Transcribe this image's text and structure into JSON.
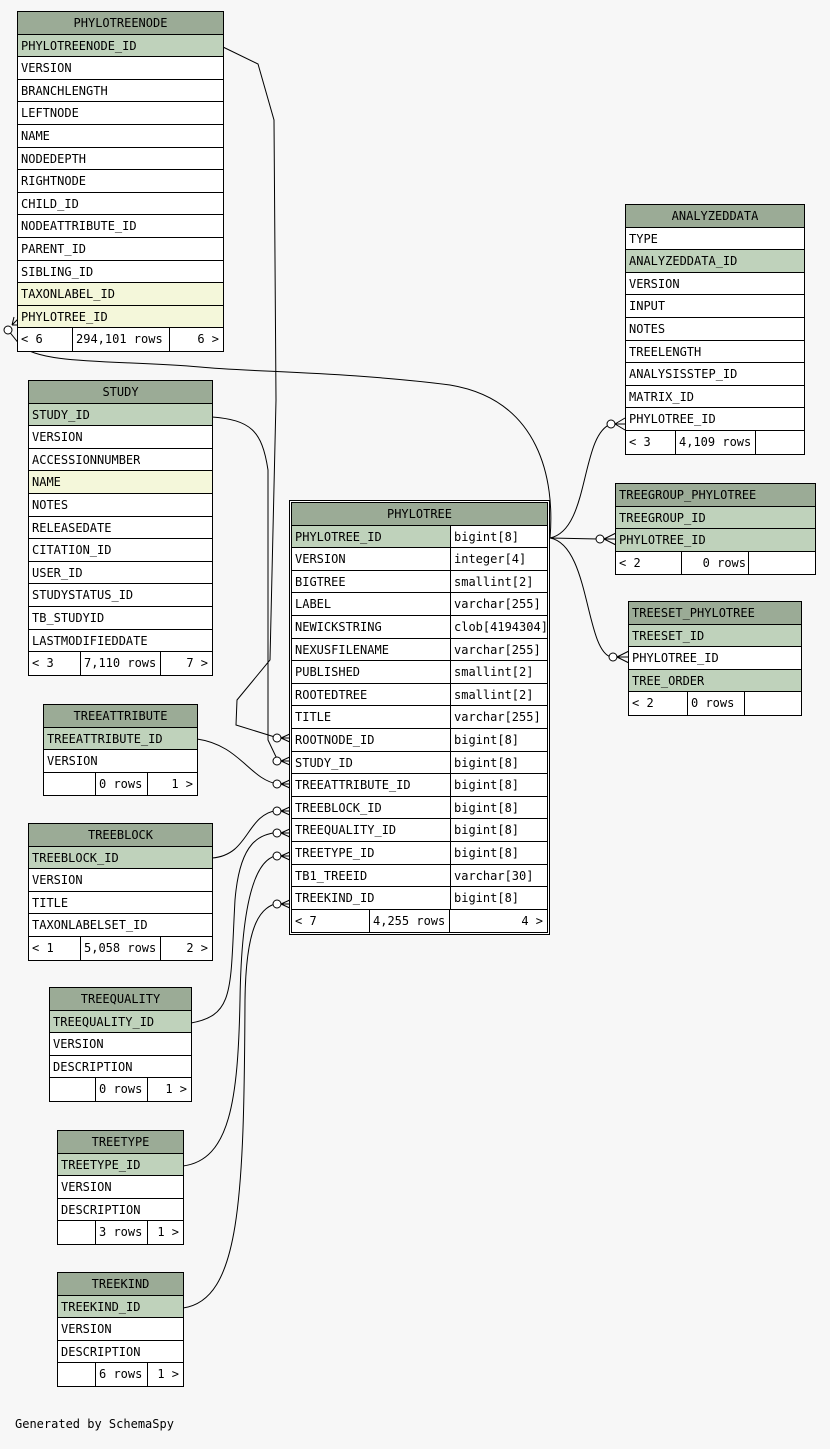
{
  "footer_text": "Generated by SchemaSpy",
  "colors": {
    "header": "#9bab96",
    "primary_key": "#bfd2bb",
    "indexed": "#f4f7da",
    "background": "#f7f7f7"
  },
  "tables": {
    "phylotreenode": {
      "name": "PHYLOTREENODE",
      "columns": [
        "PHYLOTREENODE_ID",
        "VERSION",
        "BRANCHLENGTH",
        "LEFTNODE",
        "NAME",
        "NODEDEPTH",
        "RIGHTNODE",
        "CHILD_ID",
        "NODEATTRIBUTE_ID",
        "PARENT_ID",
        "SIBLING_ID",
        "TAXONLABEL_ID",
        "PHYLOTREE_ID"
      ],
      "footer": {
        "parents": "< 6",
        "rows": "294,101 rows",
        "children": "6 >"
      }
    },
    "analyzeddata": {
      "name": "ANALYZEDDATA",
      "columns": [
        "TYPE",
        "ANALYZEDDATA_ID",
        "VERSION",
        "INPUT",
        "NOTES",
        "TREELENGTH",
        "ANALYSISSTEP_ID",
        "MATRIX_ID",
        "PHYLOTREE_ID"
      ],
      "footer": {
        "parents": "< 3",
        "rows": "4,109 rows",
        "children": ""
      }
    },
    "study": {
      "name": "STUDY",
      "columns": [
        "STUDY_ID",
        "VERSION",
        "ACCESSIONNUMBER",
        "NAME",
        "NOTES",
        "RELEASEDATE",
        "CITATION_ID",
        "USER_ID",
        "STUDYSTATUS_ID",
        "TB_STUDYID",
        "LASTMODIFIEDDATE"
      ],
      "footer": {
        "parents": "< 3",
        "rows": "7,110 rows",
        "children": "7 >"
      }
    },
    "treegroup_phylotree": {
      "name": "TREEGROUP_PHYLOTREE",
      "columns": [
        "TREEGROUP_ID",
        "PHYLOTREE_ID"
      ],
      "footer": {
        "parents": "< 2",
        "rows": "0 rows",
        "children": ""
      }
    },
    "phylotree": {
      "name": "PHYLOTREE",
      "columns": [
        {
          "name": "PHYLOTREE_ID",
          "type": "bigint[8]"
        },
        {
          "name": "VERSION",
          "type": "integer[4]"
        },
        {
          "name": "BIGTREE",
          "type": "smallint[2]"
        },
        {
          "name": "LABEL",
          "type": "varchar[255]"
        },
        {
          "name": "NEWICKSTRING",
          "type": "clob[4194304]"
        },
        {
          "name": "NEXUSFILENAME",
          "type": "varchar[255]"
        },
        {
          "name": "PUBLISHED",
          "type": "smallint[2]"
        },
        {
          "name": "ROOTEDTREE",
          "type": "smallint[2]"
        },
        {
          "name": "TITLE",
          "type": "varchar[255]"
        },
        {
          "name": "ROOTNODE_ID",
          "type": "bigint[8]"
        },
        {
          "name": "STUDY_ID",
          "type": "bigint[8]"
        },
        {
          "name": "TREEATTRIBUTE_ID",
          "type": "bigint[8]"
        },
        {
          "name": "TREEBLOCK_ID",
          "type": "bigint[8]"
        },
        {
          "name": "TREEQUALITY_ID",
          "type": "bigint[8]"
        },
        {
          "name": "TREETYPE_ID",
          "type": "bigint[8]"
        },
        {
          "name": "TB1_TREEID",
          "type": "varchar[30]"
        },
        {
          "name": "TREEKIND_ID",
          "type": "bigint[8]"
        }
      ],
      "footer": {
        "parents": "< 7",
        "rows": "4,255 rows",
        "children": "4 >"
      }
    },
    "treeset_phylotree": {
      "name": "TREESET_PHYLOTREE",
      "columns": [
        "TREESET_ID",
        "PHYLOTREE_ID",
        "TREE_ORDER"
      ],
      "footer": {
        "parents": "< 2",
        "rows": "0 rows",
        "children": ""
      }
    },
    "treeattribute": {
      "name": "TREEATTRIBUTE",
      "columns": [
        "TREEATTRIBUTE_ID",
        "VERSION"
      ],
      "footer": {
        "parents": "",
        "rows": "0 rows",
        "children": "1 >"
      }
    },
    "treeblock": {
      "name": "TREEBLOCK",
      "columns": [
        "TREEBLOCK_ID",
        "VERSION",
        "TITLE",
        "TAXONLABELSET_ID"
      ],
      "footer": {
        "parents": "< 1",
        "rows": "5,058 rows",
        "children": "2 >"
      }
    },
    "treequality": {
      "name": "TREEQUALITY",
      "columns": [
        "TREEQUALITY_ID",
        "VERSION",
        "DESCRIPTION"
      ],
      "footer": {
        "parents": "",
        "rows": "0 rows",
        "children": "1 >"
      }
    },
    "treetype": {
      "name": "TREETYPE",
      "columns": [
        "TREETYPE_ID",
        "VERSION",
        "DESCRIPTION"
      ],
      "footer": {
        "parents": "",
        "rows": "3 rows",
        "children": "1 >"
      }
    },
    "treekind": {
      "name": "TREEKIND",
      "columns": [
        "TREEKIND_ID",
        "VERSION",
        "DESCRIPTION"
      ],
      "footer": {
        "parents": "",
        "rows": "6 rows",
        "children": "1 >"
      }
    }
  }
}
